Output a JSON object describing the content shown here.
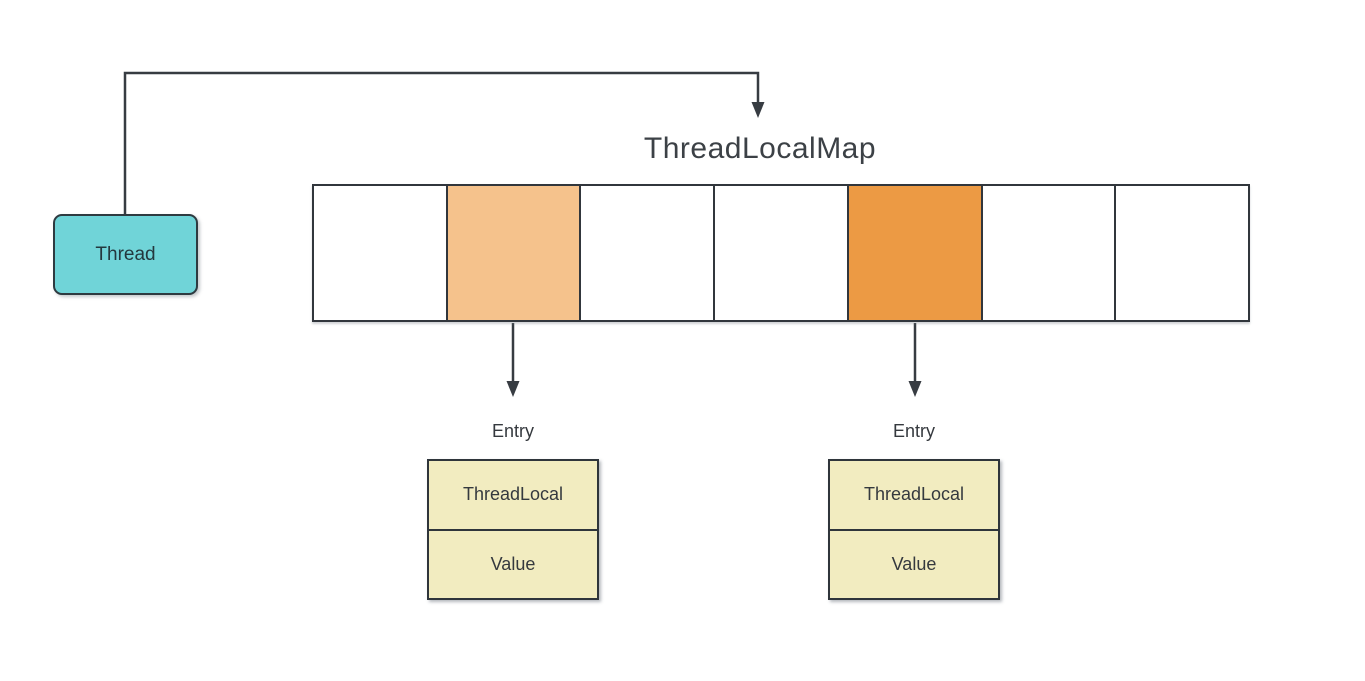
{
  "diagram": {
    "title": "ThreadLocalMap",
    "thread_box": {
      "label": "Thread",
      "fill": "#70D4D8"
    },
    "map_array": {
      "cell_count": 7,
      "cells": [
        {
          "fill": "#FFFFFF"
        },
        {
          "fill": "#F5C28C"
        },
        {
          "fill": "#FFFFFF"
        },
        {
          "fill": "#FFFFFF"
        },
        {
          "fill": "#EC9A44"
        },
        {
          "fill": "#FFFFFF"
        },
        {
          "fill": "#FFFFFF"
        }
      ],
      "highlighted_indexes": [
        1,
        4
      ]
    },
    "entries": [
      {
        "label": "Entry",
        "rows": [
          "ThreadLocal",
          "Value"
        ],
        "fill": "#F2ECC0"
      },
      {
        "label": "Entry",
        "rows": [
          "ThreadLocal",
          "Value"
        ],
        "fill": "#F2ECC0"
      }
    ],
    "colors": {
      "background": "#FFFFFF",
      "line": "#373c42",
      "border": "#31363c",
      "title_text": "#3c4146",
      "thread_fill": "#70D4D8",
      "highlight_light": "#F5C28C",
      "highlight_dark": "#EC9A44",
      "entry_fill": "#F2ECC0"
    }
  }
}
